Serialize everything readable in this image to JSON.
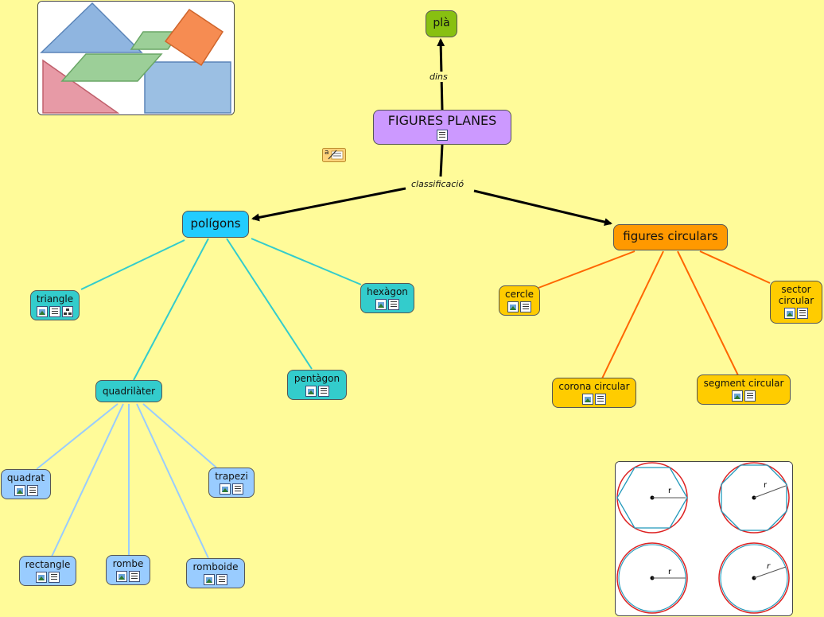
{
  "nodes": {
    "pla": "plà",
    "figures_planes": "FIGURES PLANES",
    "poligons": "polígons",
    "figures_circulars": "figures circulars",
    "triangle": "triangle",
    "hexagon": "hexàgon",
    "pentagon": "pentàgon",
    "quadrilater": "quadrilàter",
    "quadrat": "quadrat",
    "trapezi": "trapezi",
    "rectangle": "rectangle",
    "rombe": "rombe",
    "romboide": "romboide",
    "cercle": "cercle",
    "sector_circular": "sector circular",
    "corona_circular": "corona circular",
    "segment_circular": "segment circular"
  },
  "links": {
    "dins": "dins",
    "classificacio": "classificació"
  },
  "images": {
    "circles_radius_label": "r",
    "note_icon_text": "a"
  },
  "colors": {
    "background": "#fffb99",
    "root_node": "#cc99ff",
    "pla_node": "#88c011",
    "poligons_node": "#22ccff",
    "polygon_children": "#33cccc",
    "quadrilateral_children": "#99ccff",
    "circular_node": "#ff9900",
    "circular_children": "#ffcc00",
    "polygon_connector": "#33cccc",
    "quad_connector": "#99ccff",
    "circular_connector": "#ff6600"
  }
}
